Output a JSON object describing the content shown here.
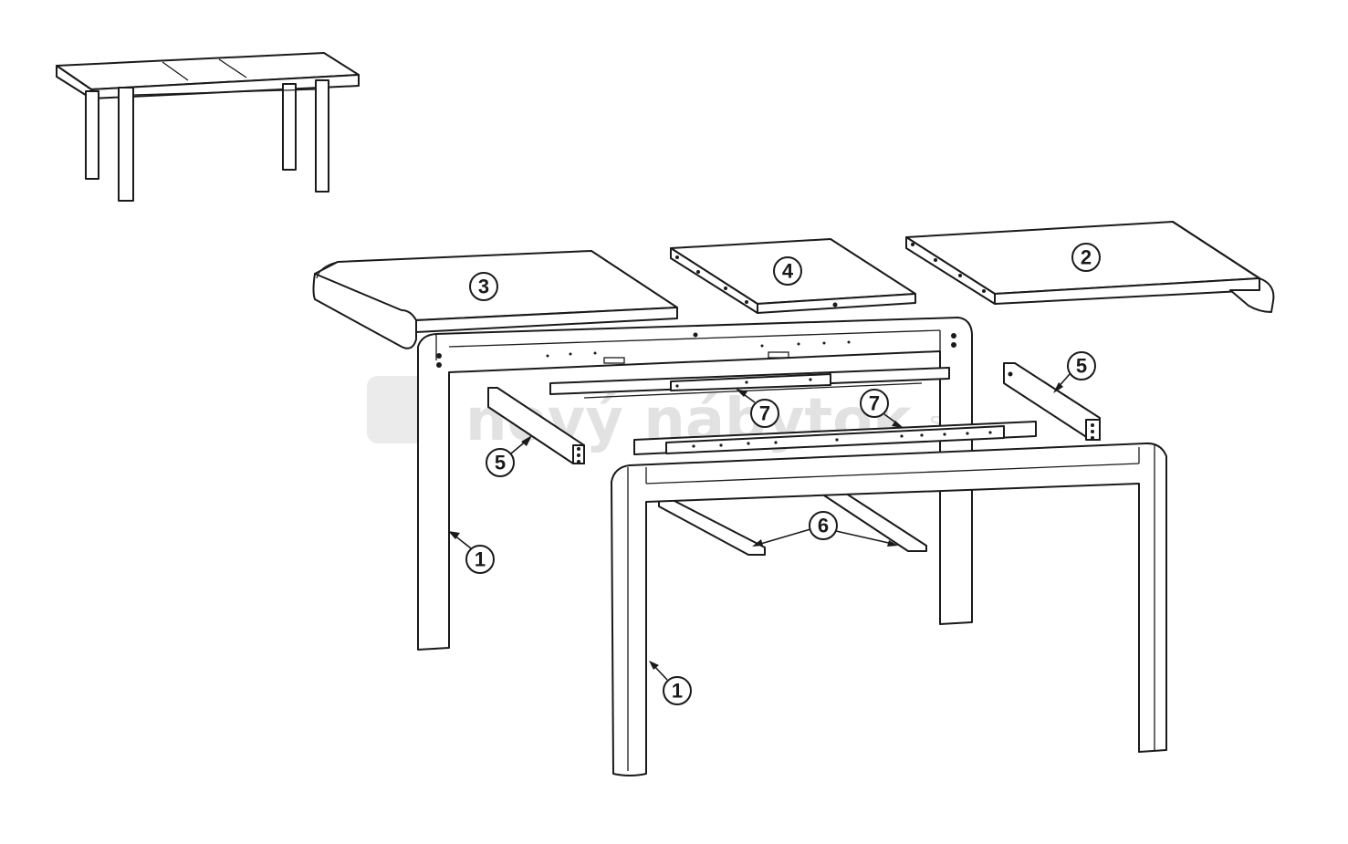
{
  "callouts": {
    "top_leaf_right": "2",
    "top_leaf_left": "3",
    "extension_leaf": "4",
    "side_rail_left": "5",
    "side_rail_right": "5",
    "slat_support": "6",
    "runner_rear": "7",
    "runner_front": "7",
    "leg_frame_rear": "1",
    "leg_frame_front": "1"
  },
  "watermark": {
    "brand": "nový nábytok",
    "suffix": ".sk"
  },
  "colors": {
    "line": "#1a1a1a",
    "watermark": "#d9d9d9"
  }
}
